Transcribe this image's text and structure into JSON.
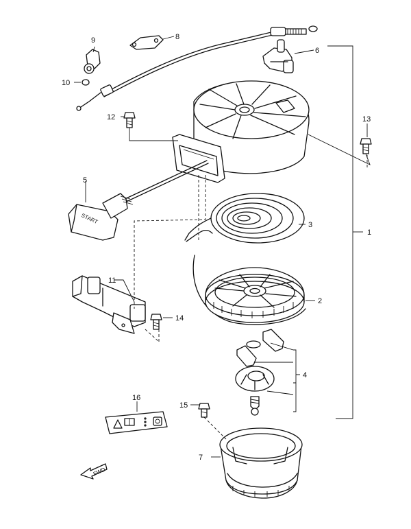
{
  "callouts": {
    "c1": "1",
    "c2": "2",
    "c3": "3",
    "c4": "4",
    "c5": "5",
    "c6": "6",
    "c7": "7",
    "c8": "8",
    "c9": "9",
    "c10": "10",
    "c11": "11",
    "c12": "12",
    "c13": "13",
    "c14": "14",
    "c15": "15",
    "c16": "16"
  },
  "handle_text": "START",
  "fwd_text": "FWD",
  "colors": {
    "ink": "#111111",
    "background": "#ffffff"
  },
  "icons": [
    "warning-triangle-icon",
    "manual-book-icon",
    "lock-icon"
  ]
}
